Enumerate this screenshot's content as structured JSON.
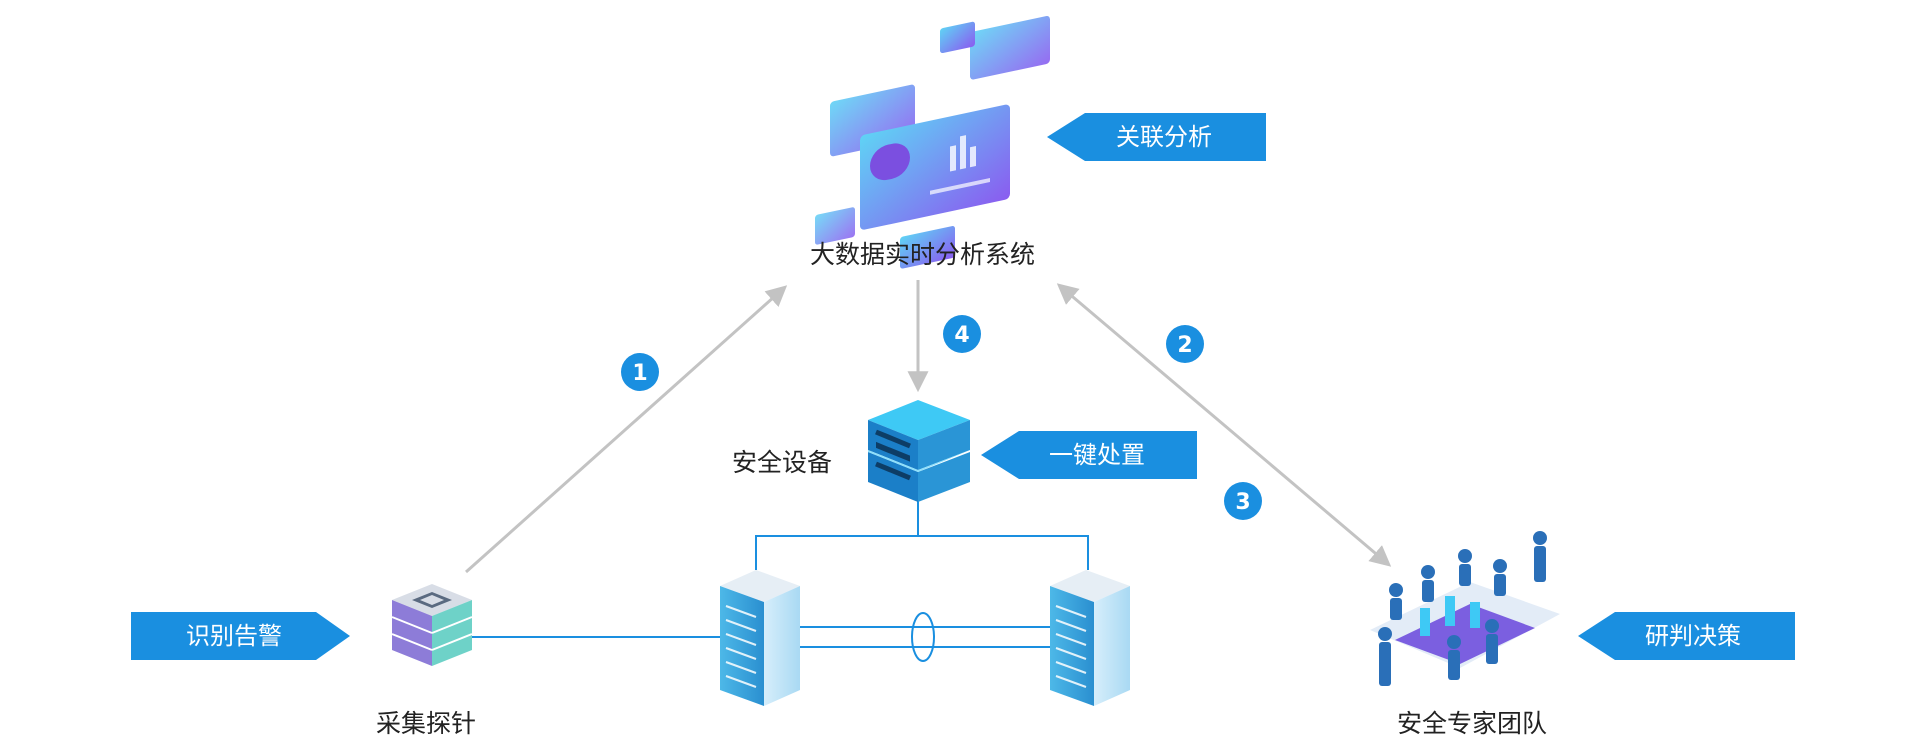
{
  "nodes": {
    "analytics_system": "大数据实时分析系统",
    "security_device": "安全设备",
    "probe": "采集探针",
    "expert_team": "安全专家团队"
  },
  "tags": {
    "correlation": "关联分析",
    "one_click": "一键处置",
    "identify_alert": "识别告警",
    "judge_decide": "研判决策"
  },
  "steps": [
    "1",
    "2",
    "3",
    "4"
  ],
  "colors": {
    "tag_blue": "#1a8fe0",
    "step_blue": "#1a8fe0",
    "arrow_gray": "#c3c3c3",
    "link_blue": "#1a8fe0"
  }
}
